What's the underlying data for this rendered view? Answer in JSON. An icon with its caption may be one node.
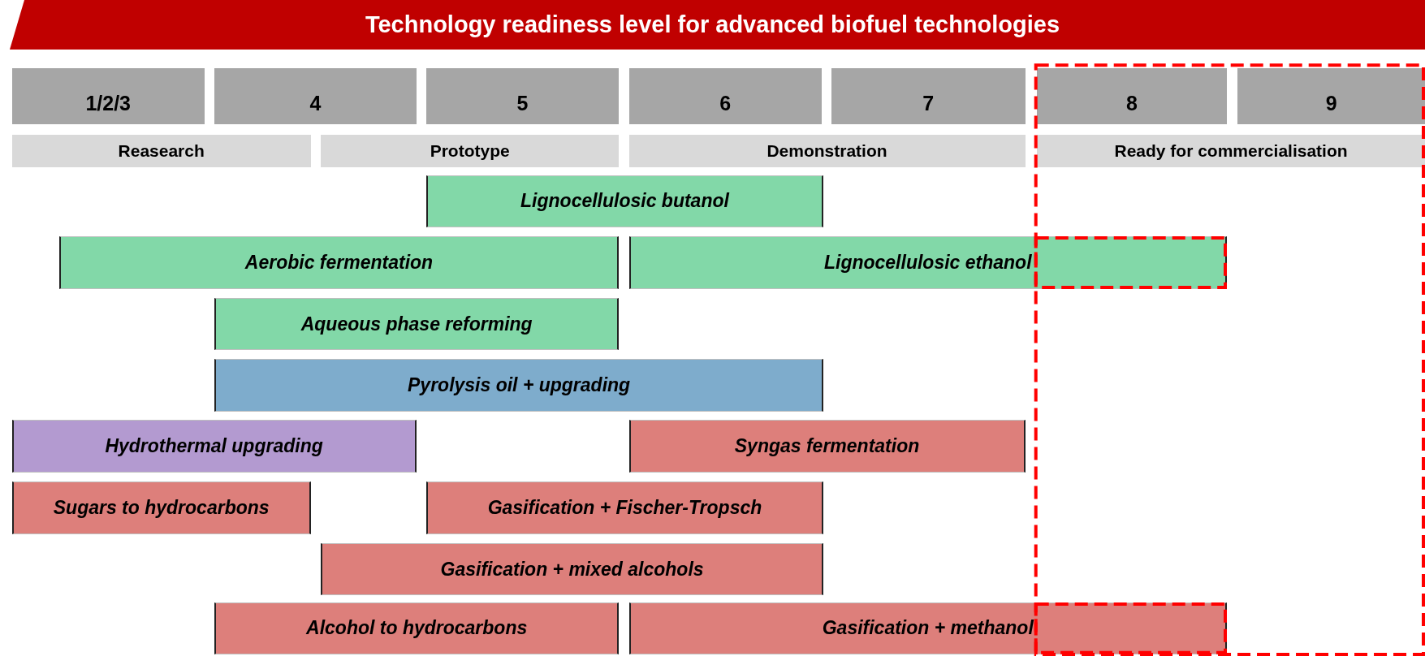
{
  "diagram": {
    "title": "Technology readiness level for advanced biofuel technologies",
    "nodes": [
      {
        "text": [
          "1/2/3"
        ]
      },
      {
        "text": [
          "4"
        ]
      },
      {
        "text": [
          "5"
        ]
      },
      {
        "text": [
          "6"
        ]
      },
      {
        "text": [
          "7"
        ]
      },
      {
        "text": [
          "8"
        ]
      },
      {
        "text": [
          "9"
        ]
      },
      {
        "text": [
          "Reasearch"
        ]
      },
      {
        "text": [
          "Prototype"
        ]
      },
      {
        "text": [
          "Demonstration"
        ]
      },
      {
        "text": [
          "Ready for commercialisation"
        ]
      },
      {
        "text": [
          "Lignocellulosic butanol"
        ]
      },
      {
        "text": [
          "Aerobic fermentation"
        ]
      },
      {
        "text": [
          "Lignocellulosic ethanol"
        ]
      },
      {
        "text": [
          "Aqueous phase reforming"
        ]
      },
      {
        "text": [
          "Pyrolysis oil + upgrading"
        ]
      },
      {
        "text": [
          "Hydrothermal upgrading"
        ]
      },
      {
        "text": [
          "Syngas fermentation"
        ]
      },
      {
        "text": [
          "Sugars to hydrocarbons"
        ]
      },
      {
        "text": [
          "Gasification + Fischer-Tropsch"
        ]
      },
      {
        "text": [
          "Gasification + mixed alcohols"
        ]
      },
      {
        "text": [
          "Alcohol to hydrocarbons"
        ]
      },
      {
        "text": [
          "Gasification + methanol"
        ]
      }
    ],
    "edges": []
  }
}
